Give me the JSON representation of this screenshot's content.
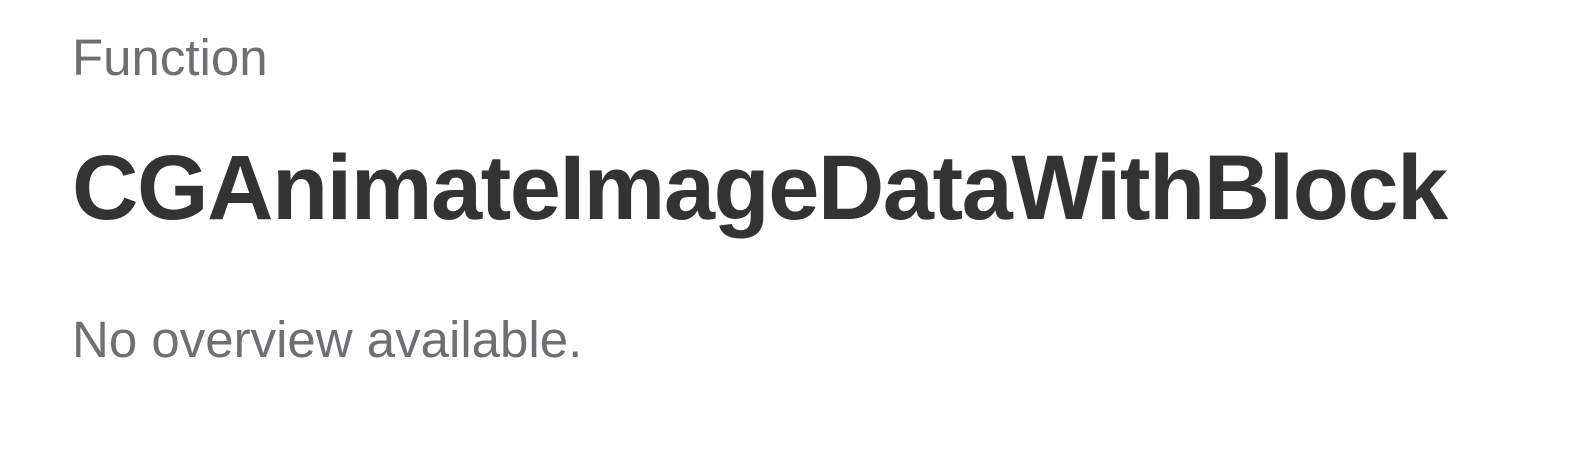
{
  "header": {
    "eyebrow": "Function",
    "title": "CGAnimateImageDataWithBlock"
  },
  "abstract": {
    "text": "No overview available."
  },
  "colors": {
    "eyebrow": "#6e6e73",
    "title": "#333333",
    "abstract": "#6e6e73",
    "background": "#ffffff"
  }
}
